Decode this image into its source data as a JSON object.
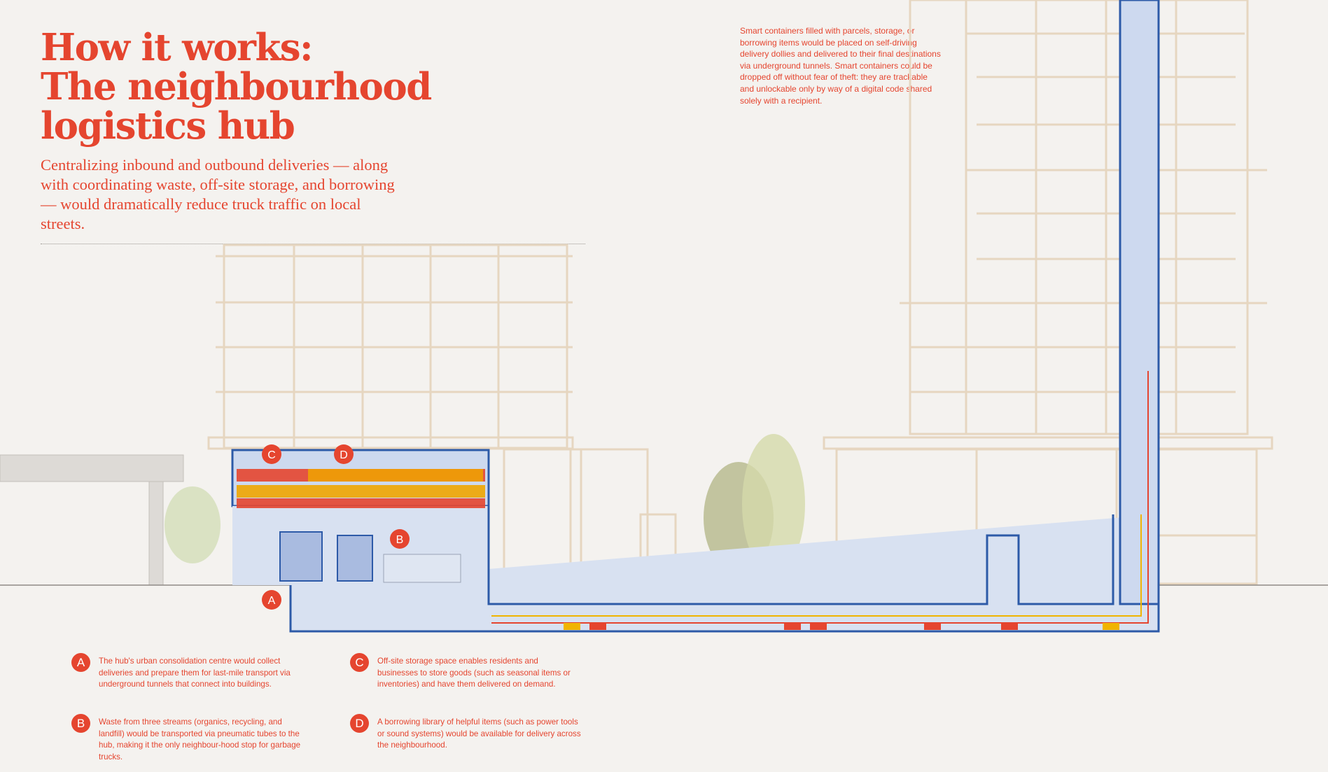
{
  "header": {
    "title_line1": "How it works:",
    "title_line2": "The neighbourhood",
    "title_line3": "logistics hub",
    "subtitle": "Centralizing inbound and outbound deliveries — along with coordinating waste, off-site storage, and borrowing — would dramatically reduce truck traffic on local streets."
  },
  "callout": {
    "text": "Smart containers filled with parcels, storage, or borrowing items would be placed on self-driving delivery dollies and delivered to their final destinations via underground tunnels. Smart containers could be dropped off without fear of theft: they are trackable and unlockable only by way of a digital code shared solely with a recipient."
  },
  "markers": {
    "a": "A",
    "b": "B",
    "c": "C",
    "d": "D"
  },
  "legend": [
    {
      "letter": "A",
      "text": "The hub's urban consolidation centre would collect deliveries and prepare them for last-mile transport via underground tunnels that connect into buildings."
    },
    {
      "letter": "B",
      "text": "Waste from three streams (organics, recycling, and landfill) would be transported via pneumatic tubes to the hub, making it the only neighbour-hood stop for garbage trucks."
    },
    {
      "letter": "C",
      "text": "Off-site storage space enables residents and businesses to store goods (such as seasonal items or inventories) and have them delivered on demand."
    },
    {
      "letter": "D",
      "text": "A borrowing library of helpful items (such as power tools or sound systems) would be available for delivery across the neighbourhood."
    }
  ],
  "colors": {
    "accent": "#e5452f",
    "hub_fill": "#c9d7ee",
    "tunnel_line": "#2d5aa8",
    "building_line": "#e6d6c0",
    "orange_route": "#f0b400",
    "red_route": "#e5452f"
  }
}
